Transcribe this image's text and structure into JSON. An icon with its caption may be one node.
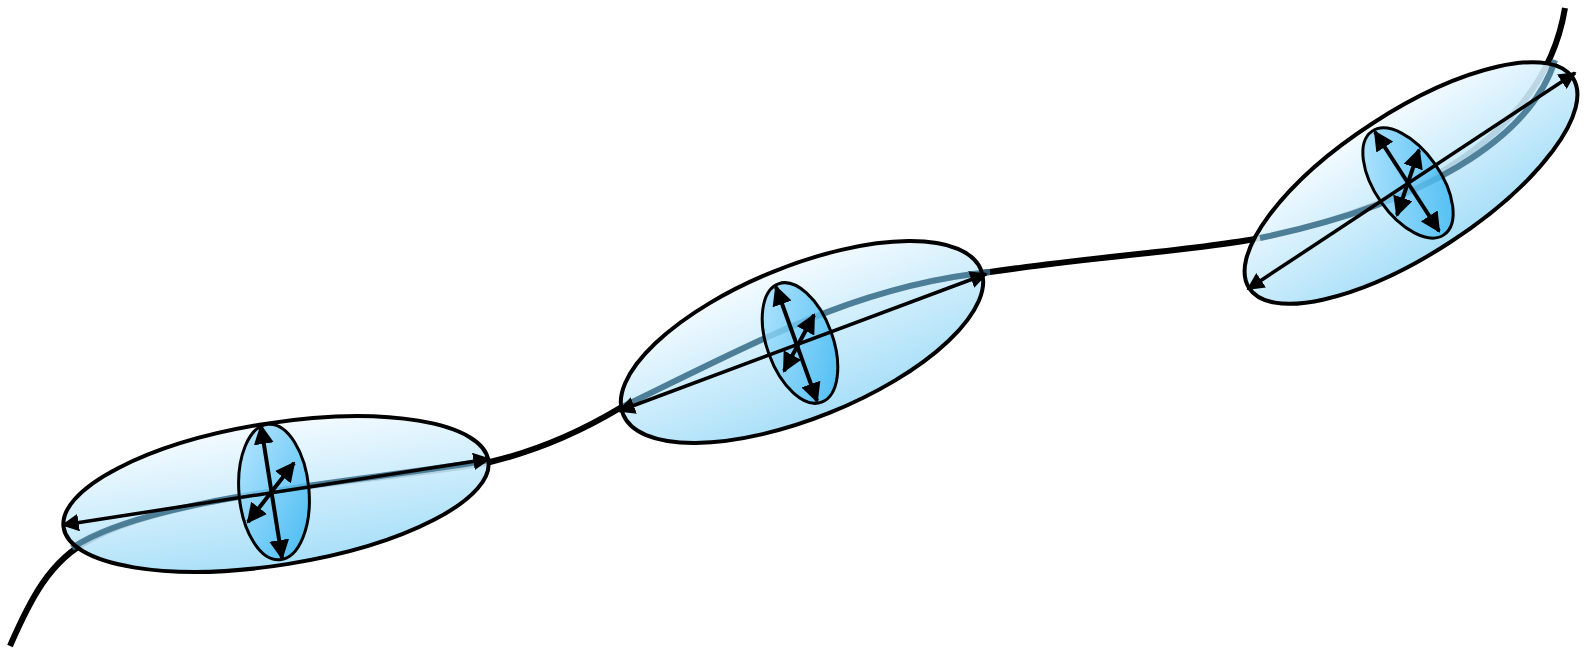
{
  "diagram": {
    "nodes": [
      {
        "text": [],
        "shape": "ellipse"
      },
      {
        "text": [],
        "shape": "ellipse"
      },
      {
        "text": [],
        "shape": "ellipse"
      }
    ]
  }
}
